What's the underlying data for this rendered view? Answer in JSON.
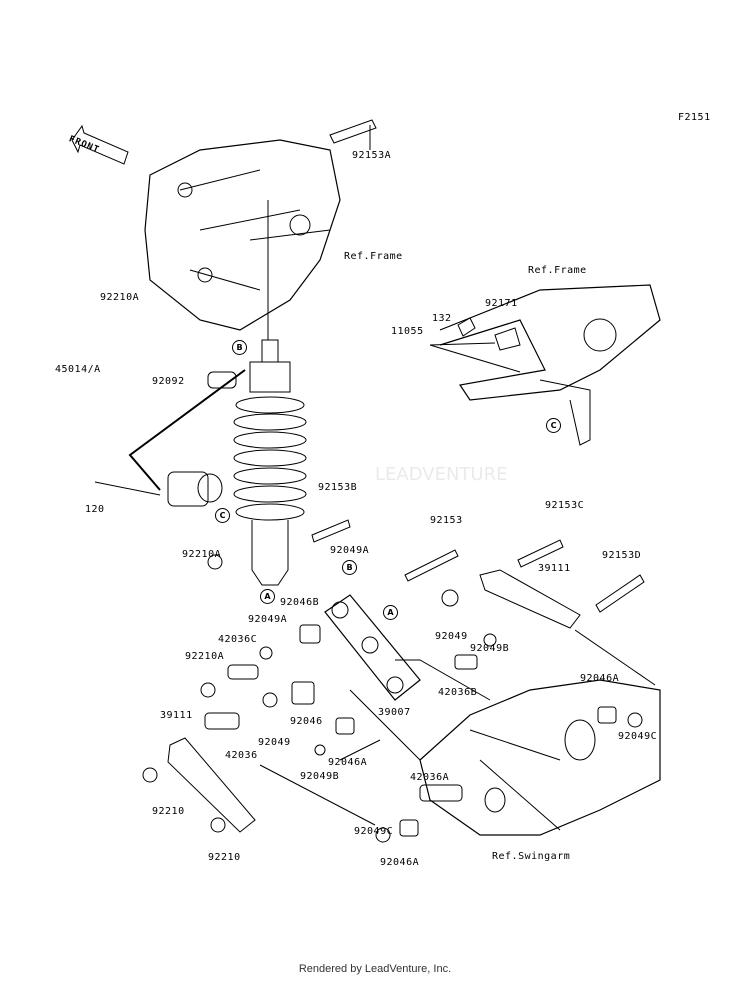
{
  "diagram": {
    "figure_code": "F2151",
    "front_label": "FRONT"
  },
  "labels": [
    "92153A",
    "Ref.Frame",
    "92210A",
    "Ref.Frame",
    "132",
    "92171",
    "11055",
    "45014/A",
    "92092",
    "120",
    "92153B",
    "92153",
    "92153C",
    "92153D",
    "92210A",
    "92049A",
    "39111",
    "92046B",
    "92049A",
    "42036C",
    "92049",
    "92210A",
    "92049B",
    "42036B",
    "92046A",
    "39111",
    "92046",
    "39007",
    "92049",
    "42036",
    "92049B",
    "92046A",
    "92049C",
    "92210",
    "42036A",
    "92049C",
    "92210",
    "92046A",
    "Ref.Swingarm"
  ],
  "markers": [
    "B",
    "C",
    "C",
    "B",
    "A",
    "A"
  ],
  "footer": "Rendered by LeadVenture, Inc."
}
